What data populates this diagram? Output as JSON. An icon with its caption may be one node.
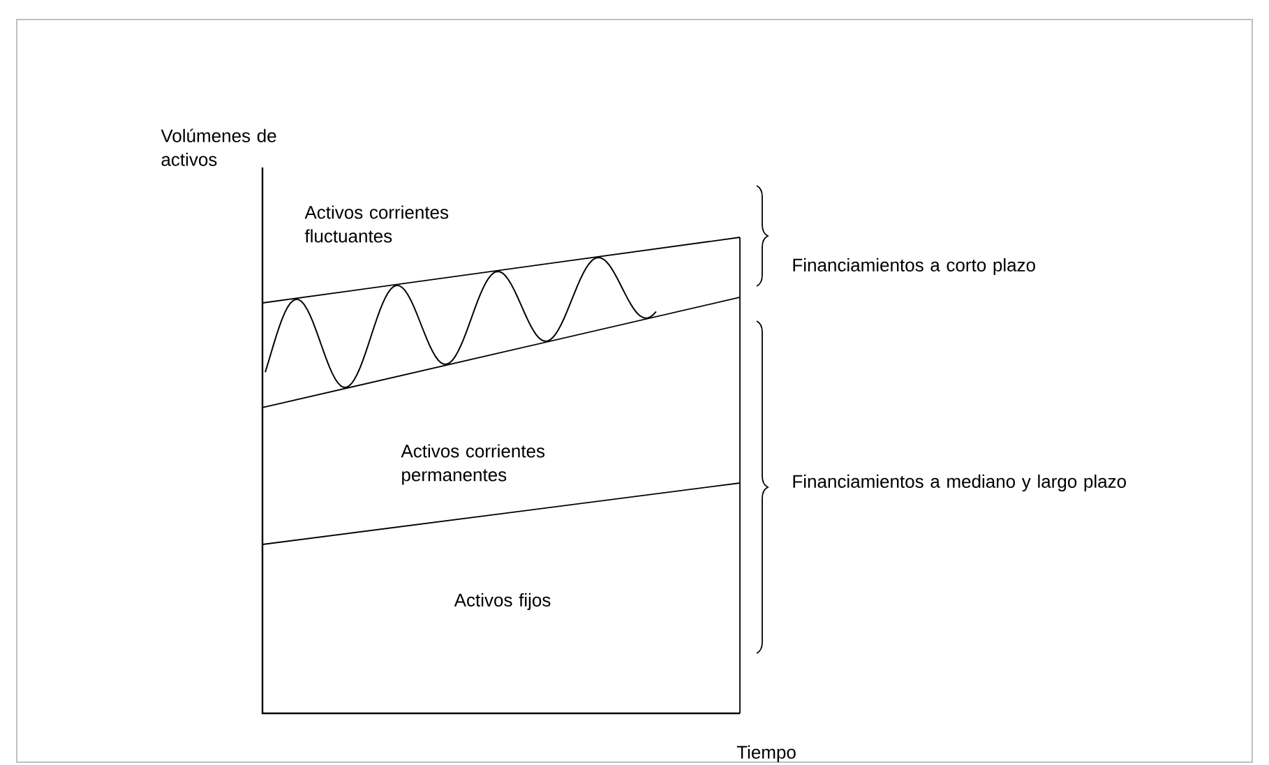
{
  "diagram": {
    "labels": [
      "Volúmenes de activos",
      "Activos corrientes fluctuantes",
      "Financiamientos a corto plazo",
      "Activos corrientes permanentes",
      "Financiamientos a mediano y largo plazo",
      "Activos fijos",
      "Tiempo"
    ]
  }
}
